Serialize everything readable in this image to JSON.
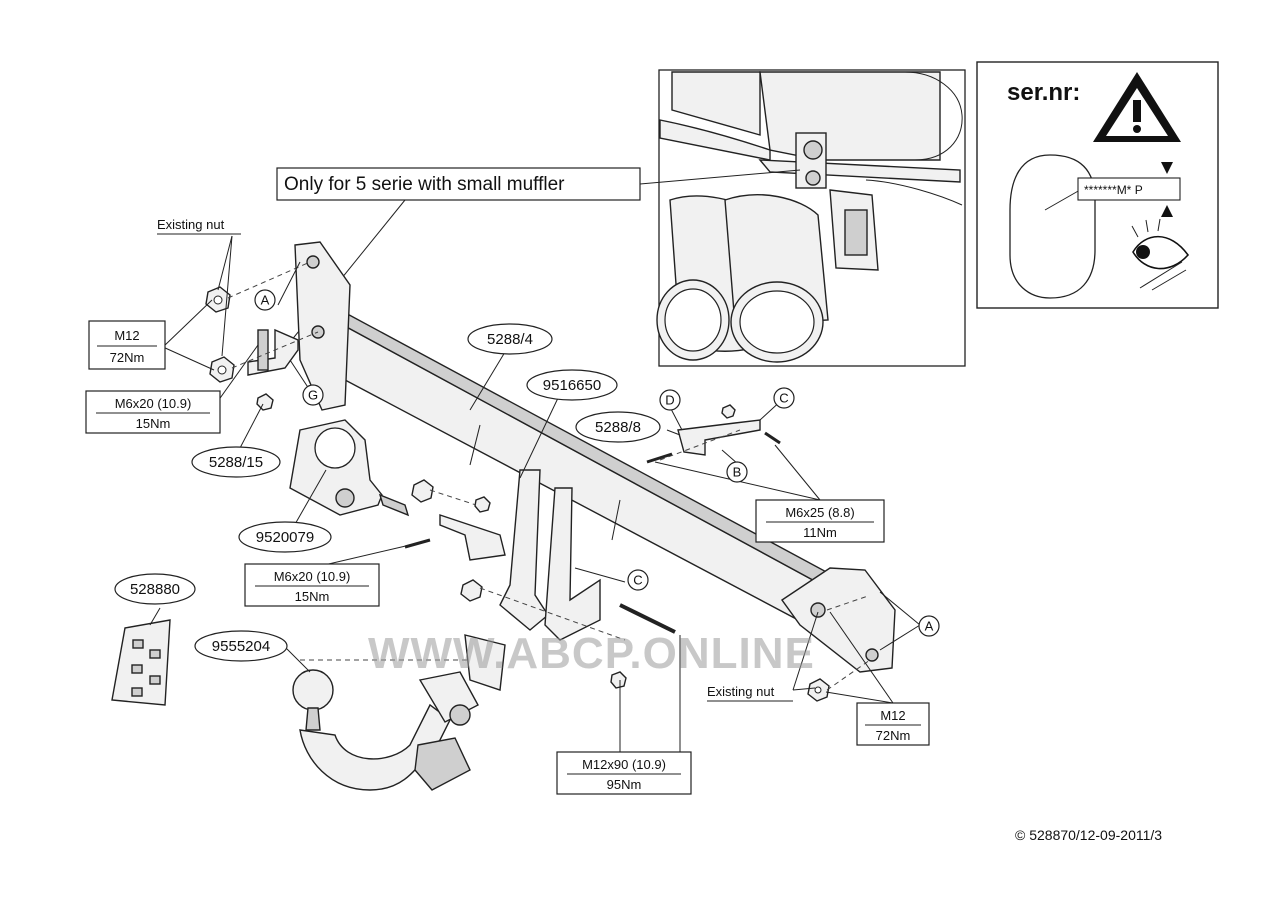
{
  "callout": {
    "text": "Only for 5 serie with small muffler"
  },
  "part_numbers": {
    "main_bar": "5288/4",
    "bracket_right": "5288/8",
    "bracket_left": "5288/15",
    "socket_plate": "9516650",
    "socket_holder": "9520079",
    "electrical_kit": "528880",
    "ball_neck": "9555204"
  },
  "letters": {
    "a": "A",
    "b": "B",
    "c": "C",
    "d": "D",
    "g": "G"
  },
  "labels": {
    "existing_nut": "Existing nut"
  },
  "specs": {
    "m12_left": {
      "size": "M12",
      "torque": "72Nm"
    },
    "m6x20_left": {
      "size": "M6x20 (10.9)",
      "torque": "15Nm"
    },
    "m6x20_center": {
      "size": "M6x20 (10.9)",
      "torque": "15Nm"
    },
    "m6x25": {
      "size": "M6x25 (8.8)",
      "torque": "11Nm"
    },
    "m12x90": {
      "size": "M12x90 (10.9)",
      "torque": "95Nm"
    },
    "m12_right": {
      "size": "M12",
      "torque": "72Nm"
    }
  },
  "serial_box": {
    "title": "ser.nr:",
    "mask": "*******M* P"
  },
  "watermark": "WWW.ABCP.ONLINE",
  "copyright": "© 528870/12-09-2011/3",
  "icons": [
    "warning-triangle-icon",
    "eye-icon"
  ]
}
